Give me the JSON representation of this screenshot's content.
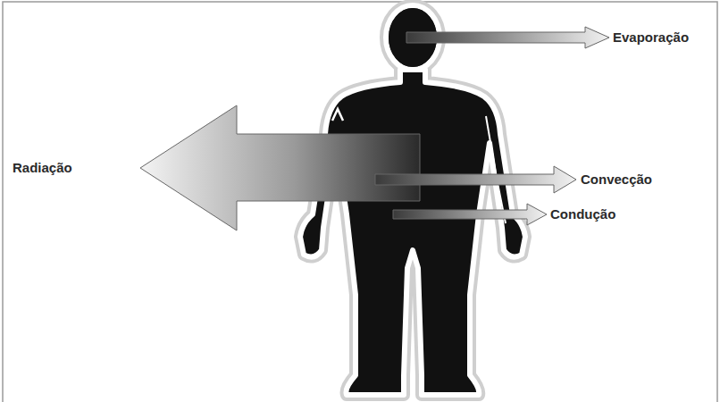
{
  "diagram": {
    "labels": [
      "Evaporação",
      "Radiação",
      "Convecção",
      "Condução"
    ]
  }
}
